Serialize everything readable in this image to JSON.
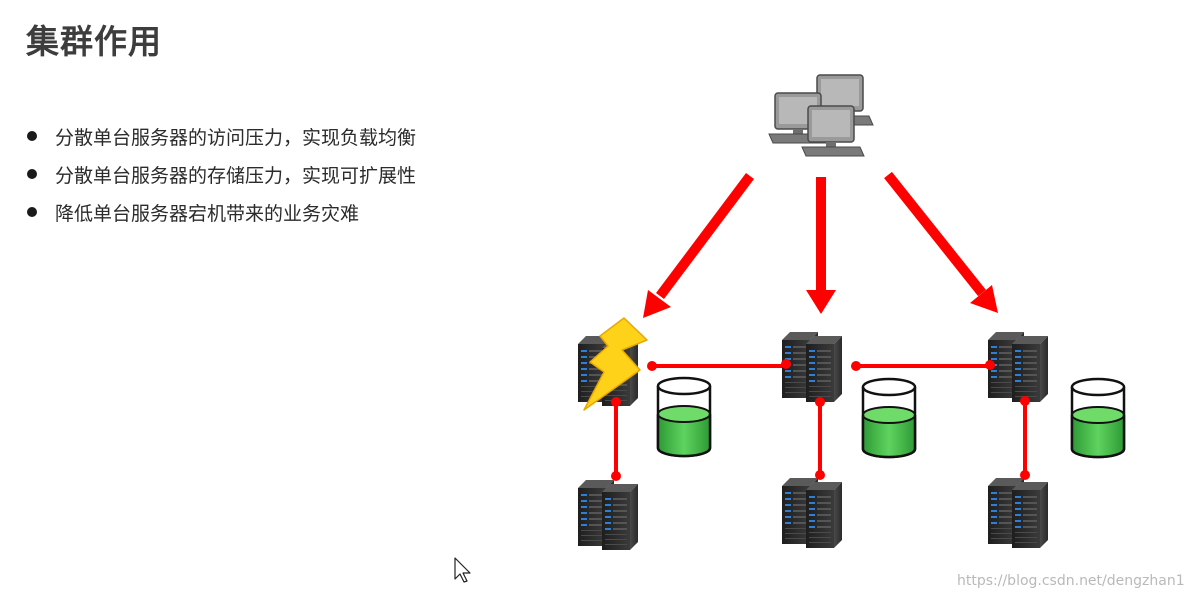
{
  "slide": {
    "title": "集群作用",
    "bullets": [
      "分散单台服务器的访问压力，实现负载均衡",
      "分散单台服务器的存储压力，实现可扩展性",
      "降低单台服务器宕机带来的业务灾难"
    ]
  },
  "diagram": {
    "arrow_color": "#ff0000",
    "link_color": "#ff0000",
    "storage_color": "#3cb043",
    "bolt_color": "#ffd21a",
    "icons": [
      "client-computers-icon",
      "server-rack-icon",
      "database-icon",
      "lightning-icon",
      "mouse-cursor-icon"
    ]
  },
  "watermark": "https://blog.csdn.net/dengzhan1"
}
